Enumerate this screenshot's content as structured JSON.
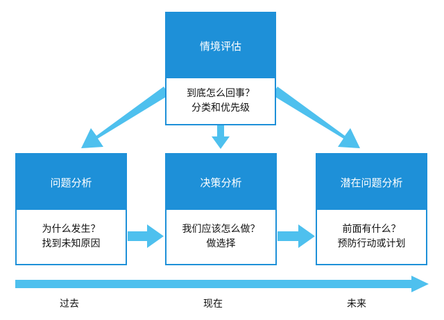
{
  "colors": {
    "box_header": "#1e90d8",
    "arrow": "#4ec0ee",
    "text": "#111111"
  },
  "top_box": {
    "title": "情境评估",
    "lines": [
      "到底怎么回事？",
      "分类和优先级"
    ]
  },
  "left_box": {
    "title": "问题分析",
    "lines": [
      "为什么发生？",
      "找到未知原因"
    ]
  },
  "mid_box": {
    "title": "决策分析",
    "lines": [
      "我们应该怎么做？",
      "做选择"
    ]
  },
  "right_box": {
    "title": "潜在问题分析",
    "lines": [
      "前面有什么？",
      "预防行动或计划"
    ]
  },
  "timeline": {
    "past": "过去",
    "present": "现在",
    "future": "未来"
  }
}
